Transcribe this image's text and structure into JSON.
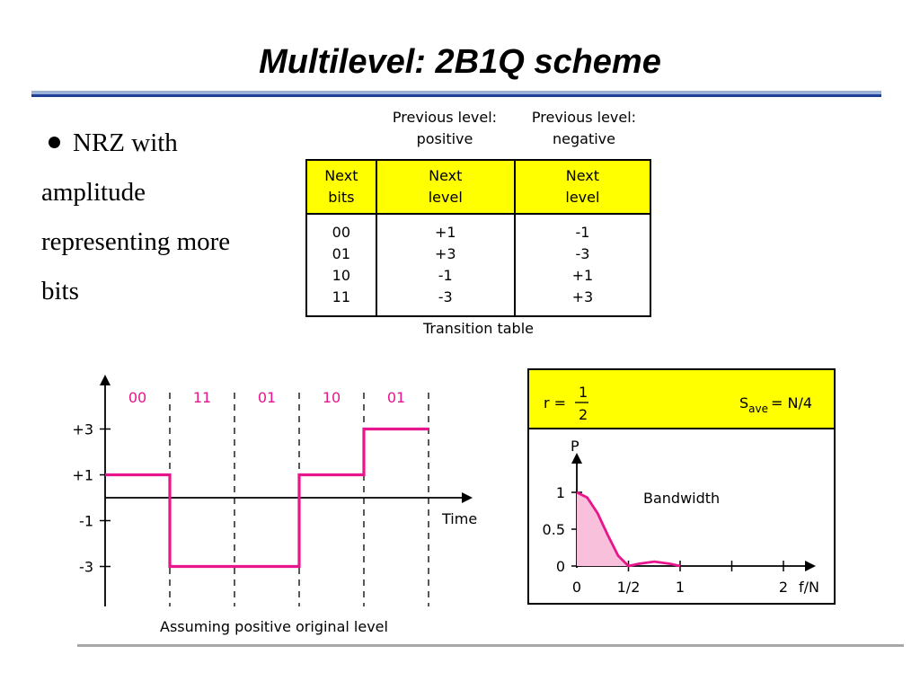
{
  "slide": {
    "title": "Multilevel: 2B1Q scheme",
    "bullet": {
      "lines": [
        "NRZ with",
        "amplitude",
        "representing more",
        "bits"
      ]
    }
  },
  "transition_table": {
    "group_headers": {
      "positive": [
        "Previous level:",
        "positive"
      ],
      "negative": [
        "Previous level:",
        "negative"
      ]
    },
    "columns": [
      [
        "Next",
        "bits"
      ],
      [
        "Next",
        "level"
      ],
      [
        "Next",
        "level"
      ]
    ],
    "rows": [
      [
        "00",
        "+1",
        "-1"
      ],
      [
        "01",
        "+3",
        "-3"
      ],
      [
        "10",
        "-1",
        "+1"
      ],
      [
        "11",
        "-3",
        "+3"
      ]
    ],
    "caption": "Transition table"
  },
  "colors": {
    "signal": "#e8158c",
    "header_fill": "#ffff00",
    "title_rule": "#1f3f96",
    "bit_label": "#e8158c",
    "spectrum_fill": "#f9c0dc"
  },
  "chart_data": [
    {
      "type": "line",
      "step": true,
      "bit_groups": [
        "00",
        "11",
        "01",
        "10",
        "01"
      ],
      "series": [
        {
          "values": [
            1,
            -3,
            -3,
            1,
            3
          ]
        }
      ],
      "y_ticks": [
        "+3",
        "+1",
        "-1",
        "-3"
      ],
      "xlabel": "Time",
      "caption": "Assuming positive original level"
    },
    {
      "type": "area",
      "header": {
        "rate_prefix": "r =",
        "rate_num": "1",
        "rate_den": "2",
        "s_label": "S",
        "s_sub": "ave",
        "s_value": "= N/4"
      },
      "ylabel": "P",
      "xlabel": "f/N",
      "y_ticks": [
        "1",
        "0.5",
        "0"
      ],
      "x_ticks": [
        "0",
        "1/2",
        "1",
        "2"
      ],
      "annotation": "Bandwidth",
      "curve": {
        "x": [
          0,
          0.1,
          0.2,
          0.3,
          0.4,
          0.5,
          0.6,
          0.75,
          0.9,
          1.0
        ],
        "y": [
          1,
          0.93,
          0.72,
          0.42,
          0.14,
          0,
          0.03,
          0.06,
          0.03,
          0
        ]
      }
    }
  ]
}
